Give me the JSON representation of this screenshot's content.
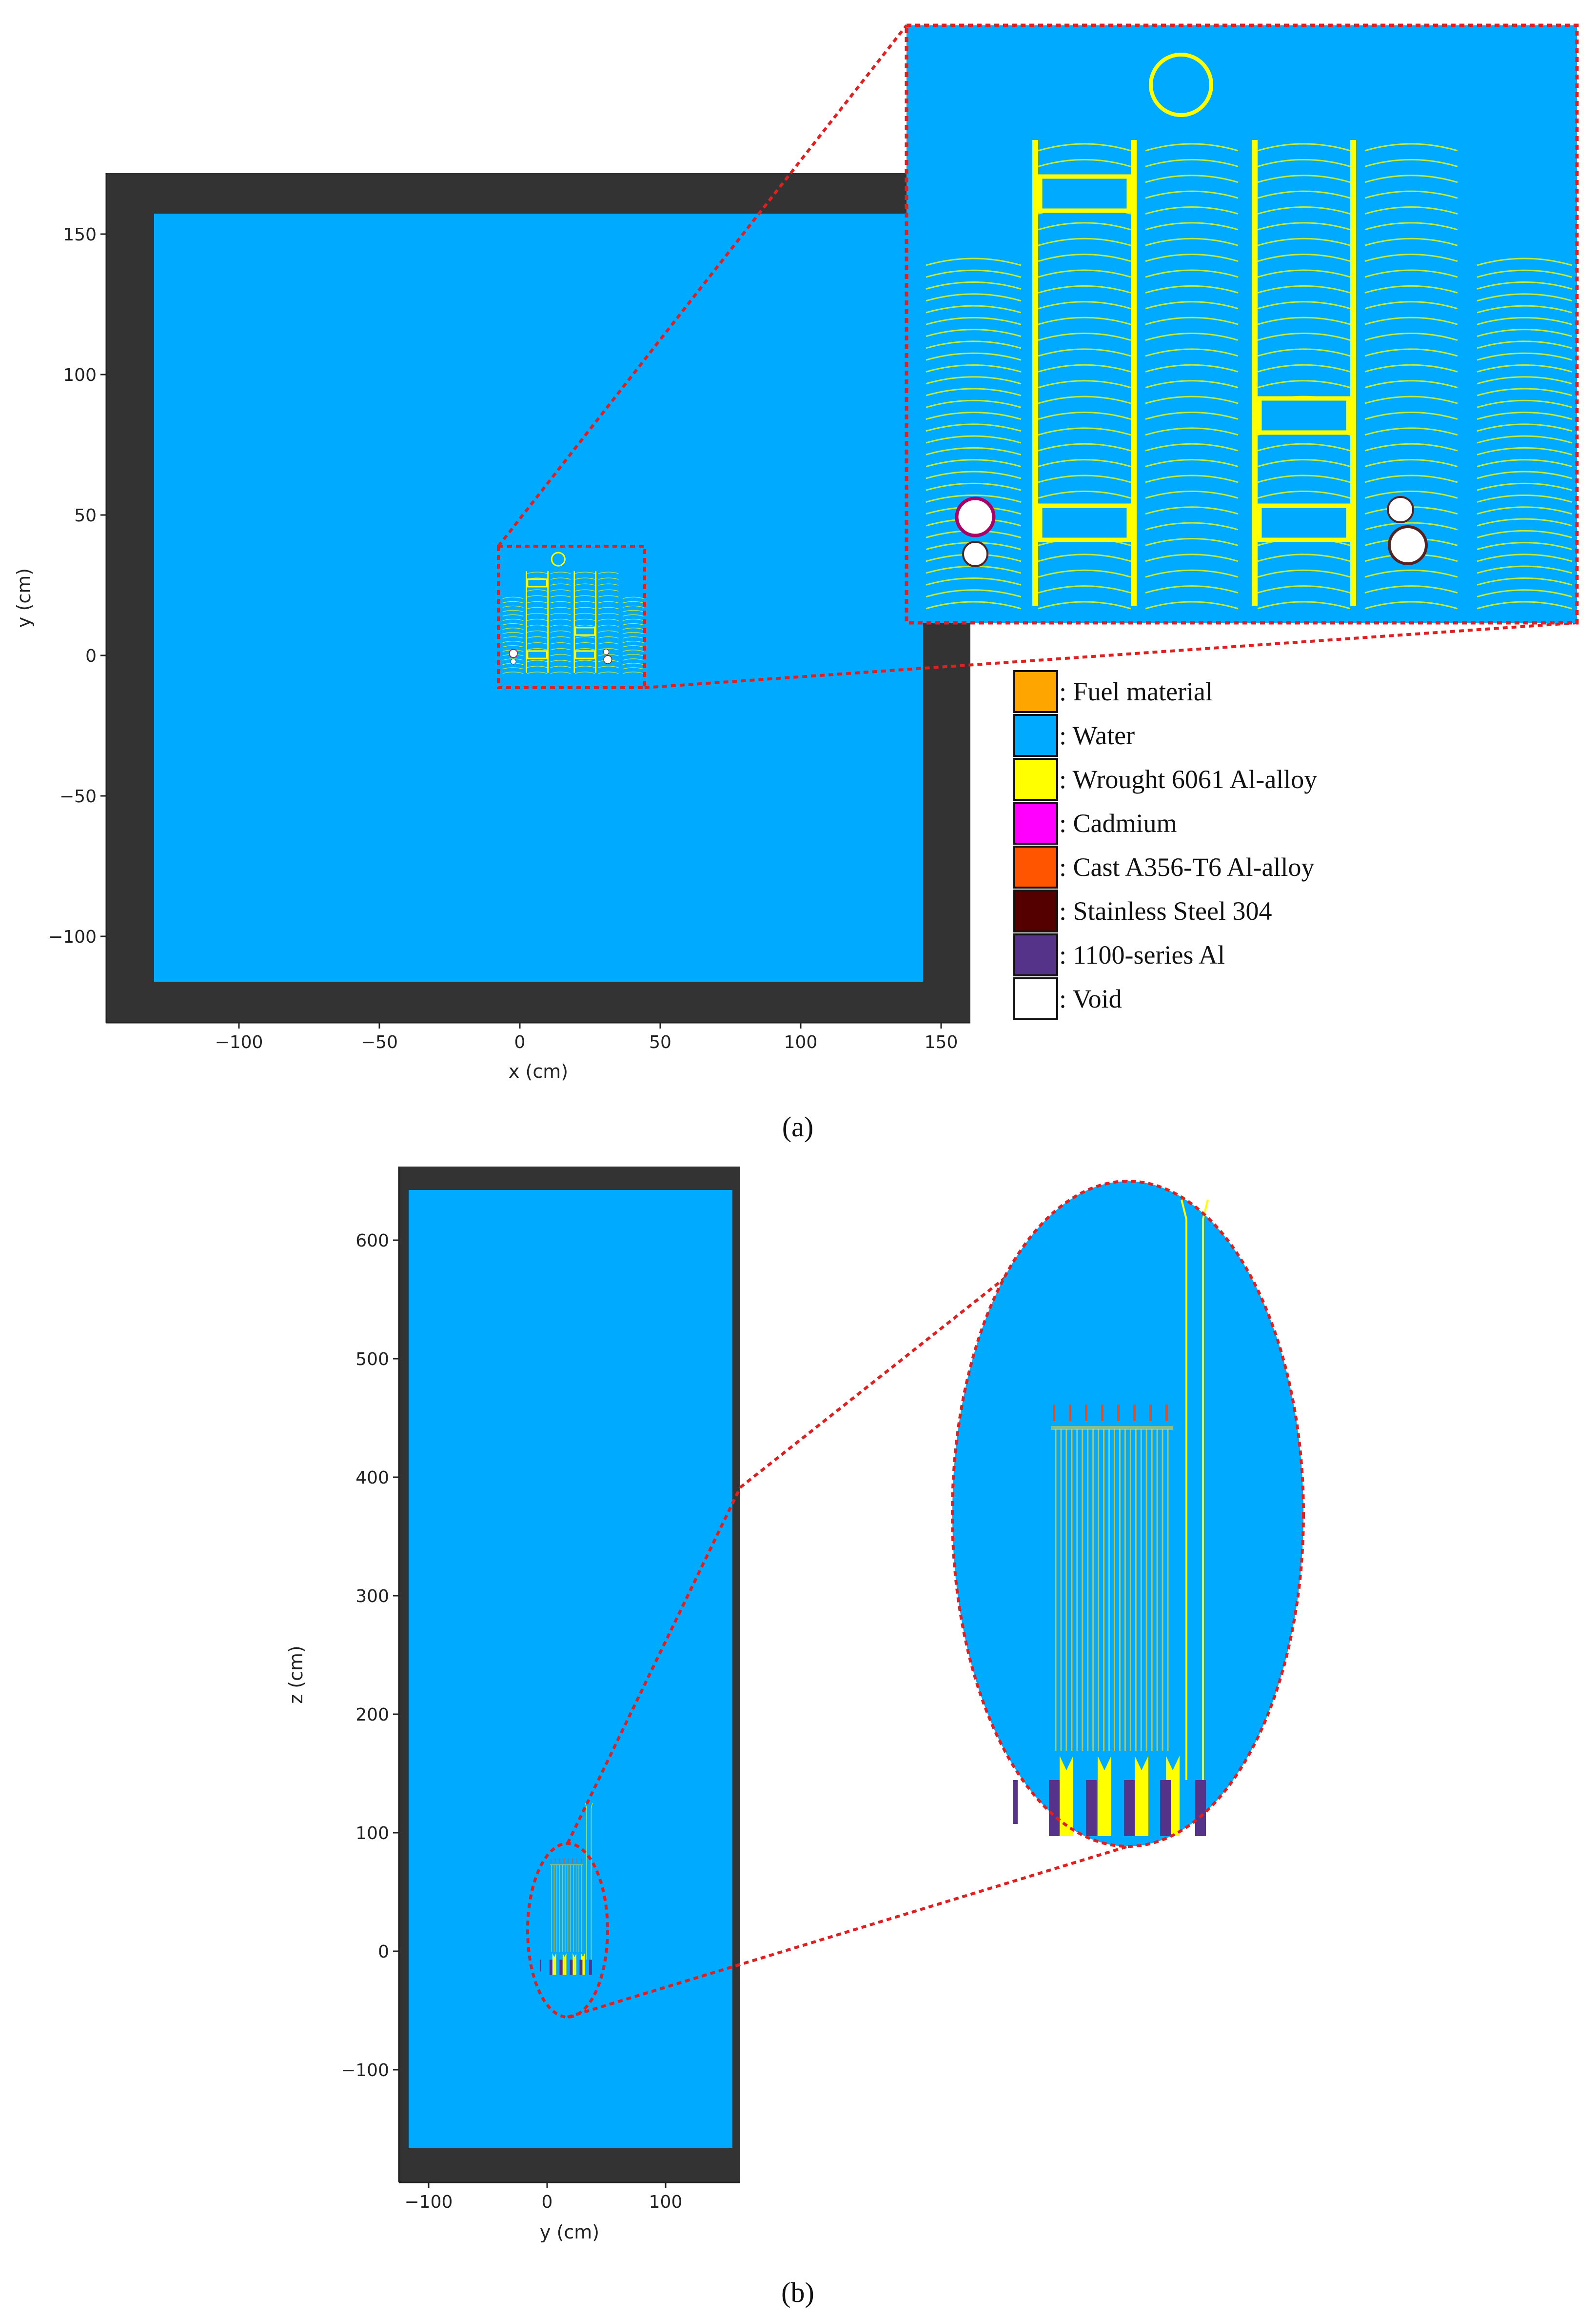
{
  "panel_a": {
    "caption": "(a)",
    "x_axis": {
      "label": "x (cm)",
      "ticks": [
        {
          "value": -100,
          "label": "−100"
        },
        {
          "value": -50,
          "label": "−50"
        },
        {
          "value": 0,
          "label": "0"
        },
        {
          "value": 50,
          "label": "50"
        },
        {
          "value": 100,
          "label": "100"
        },
        {
          "value": 150,
          "label": "150"
        }
      ]
    },
    "y_axis": {
      "label": "y (cm)",
      "ticks": [
        {
          "value": 150,
          "label": "150"
        },
        {
          "value": 100,
          "label": "100"
        },
        {
          "value": 50,
          "label": "50"
        },
        {
          "value": 0,
          "label": "0"
        },
        {
          "value": -50,
          "label": "−50"
        },
        {
          "value": -100,
          "label": "−100"
        }
      ]
    }
  },
  "panel_b": {
    "caption": "(b)",
    "x_axis": {
      "label": "y (cm)",
      "ticks": [
        {
          "value": -100,
          "label": "−100"
        },
        {
          "value": 0,
          "label": "0"
        },
        {
          "value": 100,
          "label": "100"
        }
      ]
    },
    "y_axis": {
      "label": "z (cm)",
      "ticks": [
        {
          "value": 600,
          "label": "600"
        },
        {
          "value": 500,
          "label": "500"
        },
        {
          "value": 400,
          "label": "400"
        },
        {
          "value": 300,
          "label": "300"
        },
        {
          "value": 200,
          "label": "200"
        },
        {
          "value": 100,
          "label": "100"
        },
        {
          "value": 0,
          "label": "0"
        },
        {
          "value": -100,
          "label": "−100"
        }
      ]
    }
  },
  "legend": [
    {
      "label": ": Fuel material",
      "color": "#ffa500"
    },
    {
      "label": ": Water",
      "color": "#00aaff"
    },
    {
      "label": ": Wrought 6061 Al-alloy",
      "color": "#ffff00"
    },
    {
      "label": ": Cadmium",
      "color": "#ff00ff"
    },
    {
      "label": ": Cast  A356-T6 Al-alloy",
      "color": "#ff5500"
    },
    {
      "label": ": Stainless Steel 304",
      "color": "#550000"
    },
    {
      "label": ": 1100-series Al",
      "color": "#553388"
    },
    {
      "label": ": Void",
      "color": "#ffffff"
    }
  ],
  "colors": {
    "water": "#00aaff",
    "frame": "#333333",
    "aluminum": "#ffff00",
    "zoom_outline": "#e02020"
  }
}
